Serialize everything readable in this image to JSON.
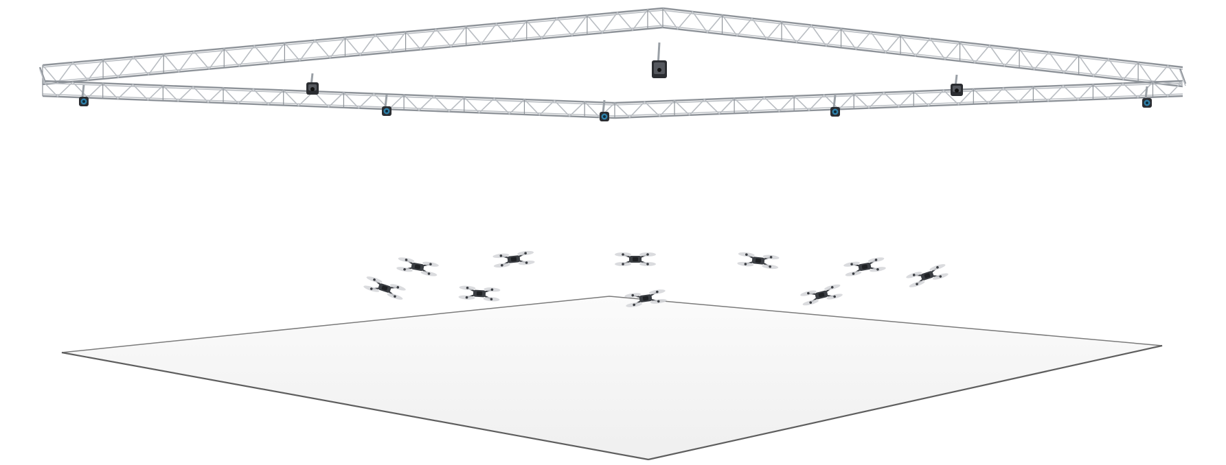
{
  "scene": {
    "background": "#ffffff",
    "truss_color": "#b9bdc2",
    "truss_edge_color": "#8d9298",
    "floor_color": "#f6f6f6",
    "floor_edge_color": "#6f6f6f",
    "drone_color": "#3a3d42",
    "prop_color": "#d3d5d8",
    "camera_blue_color": "#2e7fa8",
    "camera_dark_color": "#2b2d31",
    "cameras": [
      {
        "type": "blue-camera"
      },
      {
        "type": "dark-camera"
      },
      {
        "type": "blue-camera"
      },
      {
        "type": "blue-camera"
      },
      {
        "type": "blue-camera"
      },
      {
        "type": "dark-camera"
      },
      {
        "type": "blue-camera"
      },
      {
        "type": "dark-camera"
      }
    ],
    "drone_count": 10
  }
}
